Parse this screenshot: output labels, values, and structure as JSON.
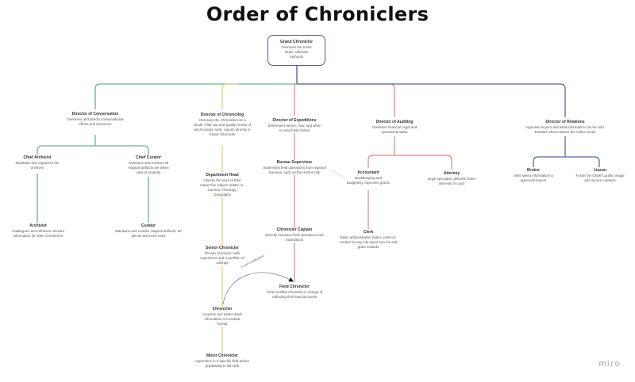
{
  "title": "Order of Chroniclers",
  "brand": "miro",
  "colors": {
    "root_border": "#4a5a9a",
    "conservation": "#6ab48f",
    "chronicling": "#e6cf7a",
    "expeditions": "#dd8a87",
    "auditing": "#dd8a87",
    "relations": "#5b66a8",
    "root_link": "#4a5a9a"
  },
  "edge_label": "Field Certification",
  "nodes": {
    "grand": {
      "title": "Grand Chronicler",
      "desc": "Oversees the entire Order, Ultimate Authority"
    },
    "conservation": {
      "title": "Director of Conservation",
      "desc": "Oversees and directs conservational efforts and resources"
    },
    "chief_archivist": {
      "title": "Chief Archivist",
      "desc": "Maintains and organizes the archives"
    },
    "chief_curator": {
      "title": "Chief Curator",
      "desc": "Oversees and ensures all magical artifacts are taken care of properly"
    },
    "archivist": {
      "title": "Archivist",
      "desc": "Catalogues and retrieves relevant information for other Chroniclers"
    },
    "curator": {
      "title": "Curator",
      "desc": "Maintains and curates magical artifacts, art pieces and even ruins"
    },
    "chronicling": {
      "title": "Director of Chronicling",
      "desc": "Oversees the Chroniclers as a whole. Pilar say and quality review of all chronicler work, reports directly to Grand Chronicler"
    },
    "dept_head": {
      "title": "Department Head",
      "desc": "Checks the work of their respective subject matter, ie. Cannon, Theology, Geography"
    },
    "senior": {
      "title": "Senior Chronicler",
      "desc": "Proven Chronicler with experience and a portfolio of writings"
    },
    "chronicler": {
      "title": "Chronicler",
      "desc": "Acquires and writes down information in a neutral format"
    },
    "minor": {
      "title": "Minor Chronicler",
      "desc": "Apprentice in a specific field before graduating to full rank"
    },
    "expeditions": {
      "title": "Director of Expeditions",
      "desc": "Determines where, how, and when to send Field Teams"
    },
    "bureau": {
      "title": "Bureau Supervisor",
      "desc": "Supervises field operations from regional bureaus, such as the Histros HQ"
    },
    "captain": {
      "title": "Chronicler Captain",
      "desc": "Directly oversees field operations and expeditions"
    },
    "field": {
      "title": "Field Chronicler",
      "desc": "Field certified chronicler in charge of collecting first-hand accounts"
    },
    "auditing": {
      "title": "Director of Auditing",
      "desc": "Oversees financial, legal and operational tasks"
    },
    "accountant": {
      "title": "Accountant",
      "desc": "Bookkeeping and Budgeting, Approves grants"
    },
    "attorney": {
      "title": "Attorney",
      "desc": "Legal specialist, defends Order interests in court"
    },
    "clerk": {
      "title": "Clerk",
      "desc": "Basic administrative duties, point-of-contact for any HQ quest turn-ins and grant rewards"
    },
    "relations": {
      "title": "Director of Relations",
      "desc": "Approves buyers and what information can be sold. Dictates what contacts the Order needs"
    },
    "broker": {
      "title": "Broker",
      "desc": "Sells select information to approved buyers"
    },
    "liason": {
      "title": "Liason",
      "desc": "Foster the Order's public image and secure contacts"
    }
  }
}
